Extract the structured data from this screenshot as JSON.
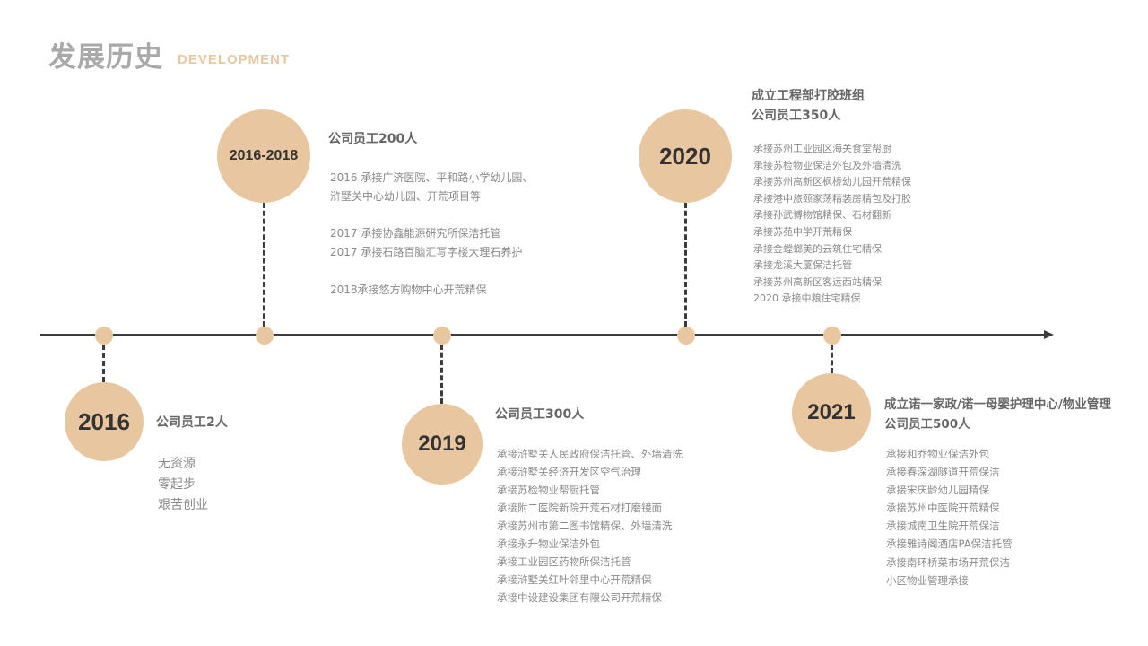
{
  "header": {
    "title": "发展历史",
    "subtitle": "DEVELOPMENT"
  },
  "colors": {
    "accent": "#e8c7a0",
    "axis": "#3c3c3c",
    "title": "#a9a9a9"
  },
  "milestones": {
    "m2016": {
      "year": "2016",
      "headlines": [
        "公司员工2人"
      ],
      "items": [
        "无资源",
        "零起步",
        "艰苦创业"
      ]
    },
    "m2016_2018": {
      "year": "2016-2018",
      "headlines": [
        "公司员工200人"
      ],
      "items": [
        "2016 承接广济医院、平和路小学幼儿园、",
        "浒墅关中心幼儿园、开荒项目等",
        "",
        "2017 承接协鑫能源研究所保洁托管",
        "2017 承接石路百脑汇写字楼大理石养护",
        "",
        "2018承接悠方购物中心开荒精保"
      ]
    },
    "m2019": {
      "year": "2019",
      "headlines": [
        "公司员工300人"
      ],
      "items": [
        "承接浒墅关人民政府保洁托管、外墙清洗",
        "承接浒墅关经济开发区空气治理",
        "承接苏检物业帮厨托管",
        "承接附二医院新院开荒石材打磨镜面",
        "承接苏州市第二图书馆精保、外墙清洗",
        "承接永升物业保洁外包",
        "承接工业园区药物所保洁托管",
        "承接浒墅关红叶邻里中心开荒精保",
        "承接中设建设集团有限公司开荒精保"
      ]
    },
    "m2020": {
      "year": "2020",
      "headlines": [
        "成立工程部打胶班组",
        "公司员工350人"
      ],
      "items": [
        "承接苏州工业园区海关食堂帮厨",
        "承接苏检物业保洁外包及外墙清洗",
        "承接苏州高新区枫桥幼儿园开荒精保",
        "承接港中旅颐家荡精装房精包及打胶",
        "承接孙武博物馆精保、石材翻新",
        "承接苏苑中学开荒精保",
        "承接金螳螂美的云筑住宅精保",
        "承接龙溪大厦保洁托管",
        "承接苏州高新区客运西站精保",
        "2020 承接中粮住宅精保"
      ]
    },
    "m2021": {
      "year": "2021",
      "headlines": [
        "成立诺一家政/诺一母婴护理中心/物业管理",
        "公司员工500人"
      ],
      "items": [
        "承接和乔物业保洁外包",
        "承接春深湖隧道开荒保洁",
        "承接宋庆龄幼儿园精保",
        "承接苏州中医院开荒精保",
        "承接城南卫生院开荒保洁",
        "承接雅诗阁酒店PA保洁托管",
        "承接南环桥菜市场开荒保洁",
        "小区物业管理承接"
      ]
    }
  }
}
